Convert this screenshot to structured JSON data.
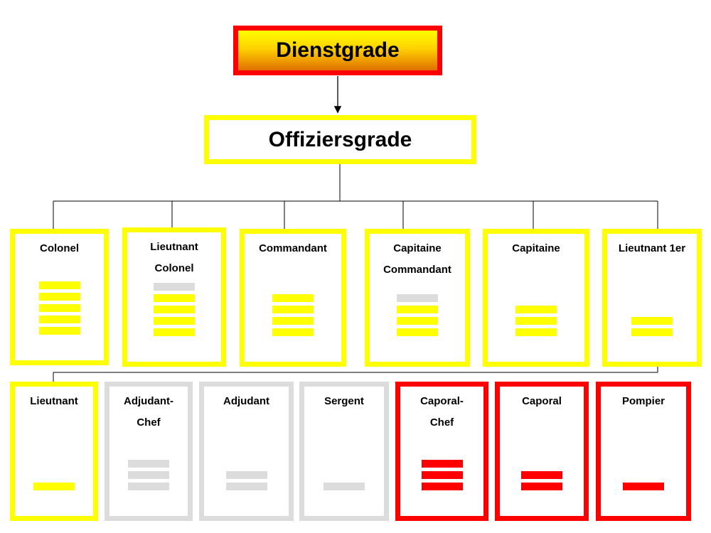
{
  "top": {
    "label": "Dienstgrade"
  },
  "mid": {
    "label": "Offiziersgrade"
  },
  "colors": {
    "yellow": "#ffff00",
    "gray": "#dcdcdc",
    "red": "#ff0000",
    "line": "#000000"
  },
  "ranks": [
    {
      "line1": "Colonel",
      "line2": "",
      "color": "yellow",
      "stripes": [
        "yellow",
        "yellow",
        "yellow",
        "yellow",
        "yellow"
      ]
    },
    {
      "line1": "Lieutnant",
      "line2": "Colonel",
      "color": "yellow",
      "stripes": [
        "gray",
        "yellow",
        "yellow",
        "yellow",
        "yellow"
      ]
    },
    {
      "line1": "Commandant",
      "line2": "",
      "color": "yellow",
      "stripes": [
        "yellow",
        "yellow",
        "yellow",
        "yellow"
      ]
    },
    {
      "line1": "Capitaine",
      "line2": "Commandant",
      "color": "yellow",
      "stripes": [
        "gray",
        "yellow",
        "yellow",
        "yellow"
      ]
    },
    {
      "line1": "Capitaine",
      "line2": "",
      "color": "yellow",
      "stripes": [
        "yellow",
        "yellow",
        "yellow"
      ]
    },
    {
      "line1": "Lieutnant 1er",
      "line2": "",
      "color": "yellow",
      "stripes": [
        "yellow",
        "yellow"
      ]
    },
    {
      "line1": "Lieutnant",
      "line2": "",
      "color": "yellow",
      "stripes": [
        "yellow"
      ]
    },
    {
      "line1": "Adjudant-",
      "line2": "Chef",
      "color": "gray",
      "stripes": [
        "gray",
        "gray",
        "gray"
      ]
    },
    {
      "line1": "Adjudant",
      "line2": "",
      "color": "gray",
      "stripes": [
        "gray",
        "gray"
      ]
    },
    {
      "line1": "Sergent",
      "line2": "",
      "color": "gray",
      "stripes": [
        "gray"
      ]
    },
    {
      "line1": "Caporal-",
      "line2": "Chef",
      "color": "red",
      "stripes": [
        "red",
        "red",
        "red"
      ]
    },
    {
      "line1": "Caporal",
      "line2": "",
      "color": "red",
      "stripes": [
        "red",
        "red"
      ]
    },
    {
      "line1": "Pompier",
      "line2": "",
      "color": "red",
      "stripes": [
        "red"
      ]
    }
  ]
}
